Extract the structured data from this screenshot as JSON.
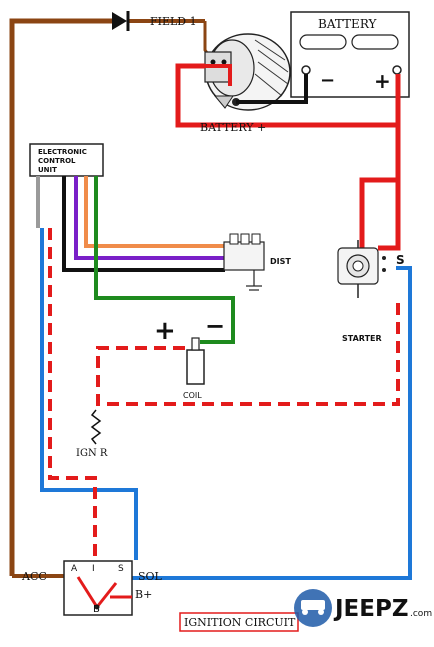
{
  "diagram": {
    "labels": {
      "field1": "FIELD 1",
      "battery": "BATTERY",
      "battery_neg": "−",
      "battery_pos": "+",
      "battery_plus_wire": "BATTERY +",
      "ecu_line1": "ELECTRONIC",
      "ecu_line2": "CONTROL",
      "ecu_line3": "UNIT",
      "dist": "DIST",
      "starter": "STARTER",
      "starter_s": "S",
      "coil_plus": "+",
      "coil_minus": "−",
      "coil": "COIL",
      "ign_r": "IGN R",
      "acc": "ACC",
      "switch_a": "A",
      "switch_i": "I",
      "switch_s": "S",
      "switch_b": "B",
      "sol": "SOL",
      "b_plus": "B+",
      "caption": "IGNITION CIRCUIT",
      "watermark": "JEEPZ",
      "watermark_suffix": ".com"
    },
    "colors": {
      "brown": "#8B4513",
      "red": "#E31B1B",
      "blue": "#1E78D8",
      "black": "#111111",
      "purple": "#7A1FC8",
      "orange": "#F08C4A",
      "green": "#1E8A1E",
      "gray": "#9A9A9A",
      "watermark": "#1F5BA8"
    }
  }
}
